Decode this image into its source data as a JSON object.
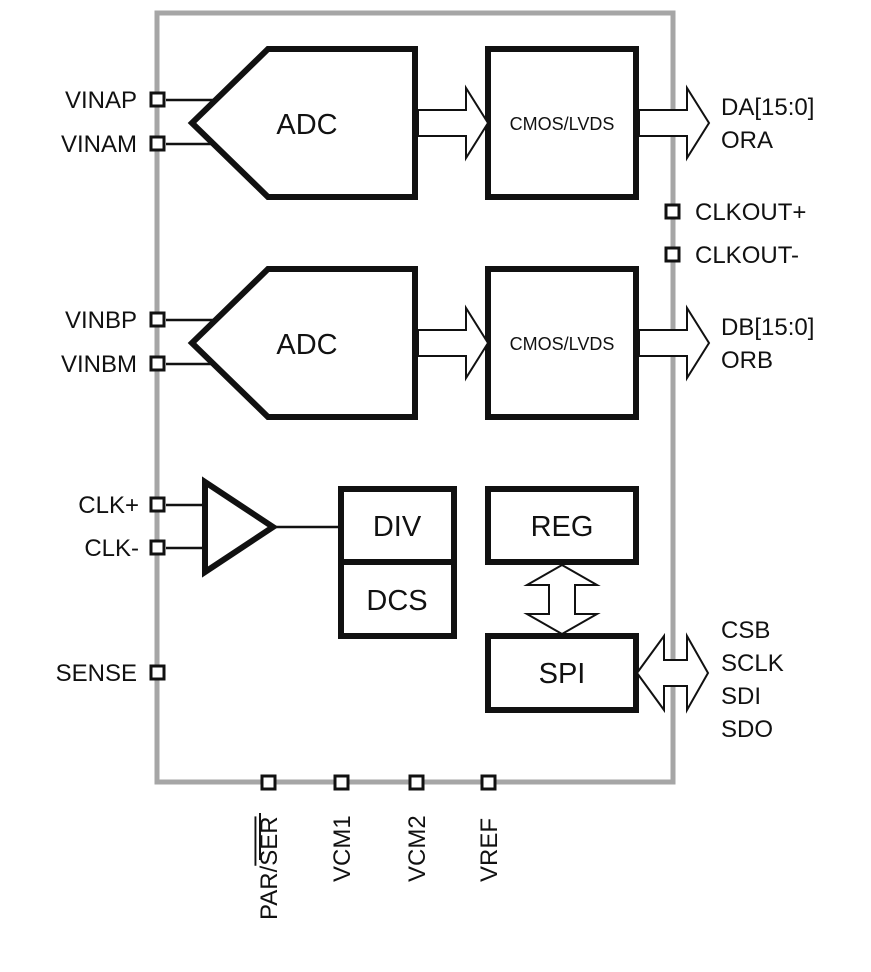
{
  "colors": {
    "outline": "#a6a6a6",
    "ink": "#111111",
    "fill": "#ffffff"
  },
  "left_pins": {
    "vinap": "VINAP",
    "vinam": "VINAM",
    "vinbp": "VINBP",
    "vinbm": "VINBM",
    "clk_p": "CLK+",
    "clk_m": "CLK-",
    "sense": "SENSE"
  },
  "right_pins": {
    "clkout_p": "CLKOUT+",
    "clkout_m": "CLKOUT-"
  },
  "bottom_pins": {
    "par": "PAR/",
    "ser": "SER",
    "vcm1": "VCM1",
    "vcm2": "VCM2",
    "vref": "VREF"
  },
  "outputs": {
    "da": "DA[15:0]",
    "ora": "ORA",
    "db": "DB[15:0]",
    "orb": "ORB",
    "csb": "CSB",
    "sclk": "SCLK",
    "sdi": "SDI",
    "sdo": "SDO"
  },
  "blocks": {
    "adc_a": "ADC",
    "adc_b": "ADC",
    "cmos_a": "CMOS/LVDS",
    "cmos_b": "CMOS/LVDS",
    "div": "DIV",
    "dcs": "DCS",
    "reg": "REG",
    "spi": "SPI"
  }
}
